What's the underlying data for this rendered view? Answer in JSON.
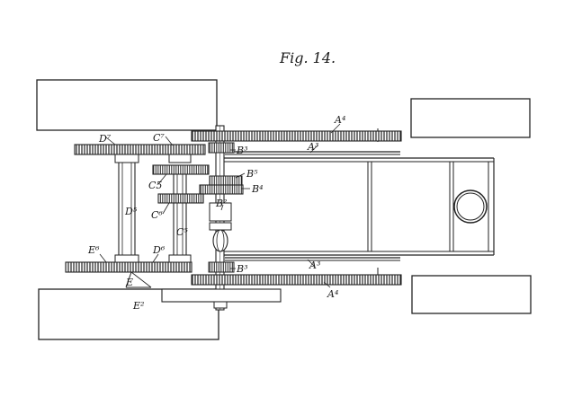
{
  "figure": {
    "title": "Fig. 14."
  },
  "labels": {
    "A4_top": "A⁴",
    "A3_top": "A³",
    "D7": "D⁷",
    "C7": "C⁷",
    "B3_top": "B³",
    "B5": "B⁵",
    "B4": "B⁴",
    "C5_left": "C5",
    "C6": "C⁶",
    "D5": "D⁵",
    "C5_right": "C⁵",
    "B2": "B²",
    "E6": "E⁶",
    "D6": "D⁶",
    "B3_bottom": "B³",
    "A3_bottom": "A³",
    "E": "E",
    "A4_bottom": "A⁴",
    "E2": "E²"
  }
}
